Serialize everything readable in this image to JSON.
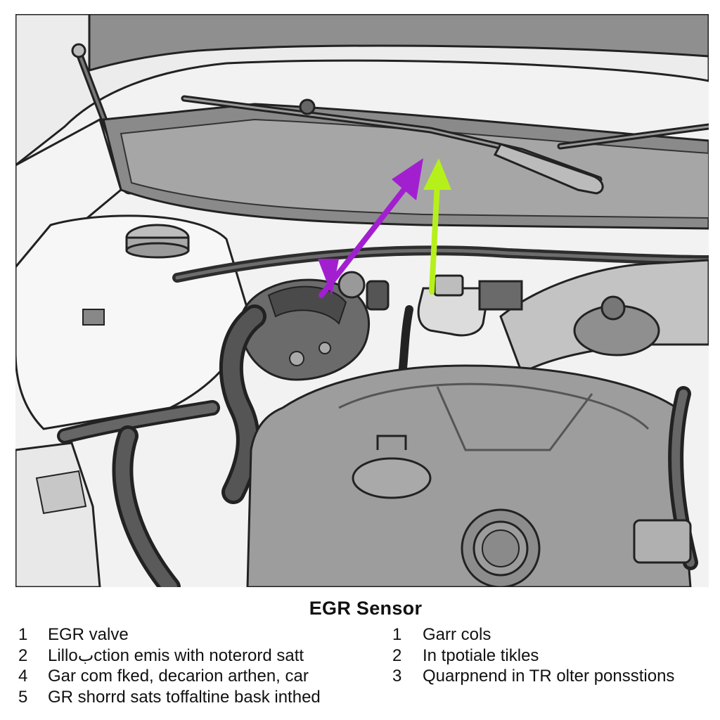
{
  "caption": {
    "title": "EGR Sensor",
    "left_items": [
      {
        "num": "1",
        "text": "EGR valve"
      },
      {
        "num": "2",
        "text": "Lilloبction emis with noterord satt"
      },
      {
        "num": "4",
        "text": "Gar com fked, decarion arthen, car"
      },
      {
        "num": "5",
        "text": "GR shorrd sats toffaltine bask inthed"
      }
    ],
    "right_items": [
      {
        "num": "1",
        "text": "Garr cols"
      },
      {
        "num": "2",
        "text": "In tpotiale tikles"
      },
      {
        "num": "3",
        "text": "Quarpnend in TR olter ponsstions"
      }
    ]
  },
  "colors": {
    "arrow_purple": "#a21fd0",
    "arrow_lime": "#b6f01a",
    "engine_cover": "#9d9d9d",
    "windshield": "#8f8f8f",
    "cowl": "#c9c9c9"
  }
}
